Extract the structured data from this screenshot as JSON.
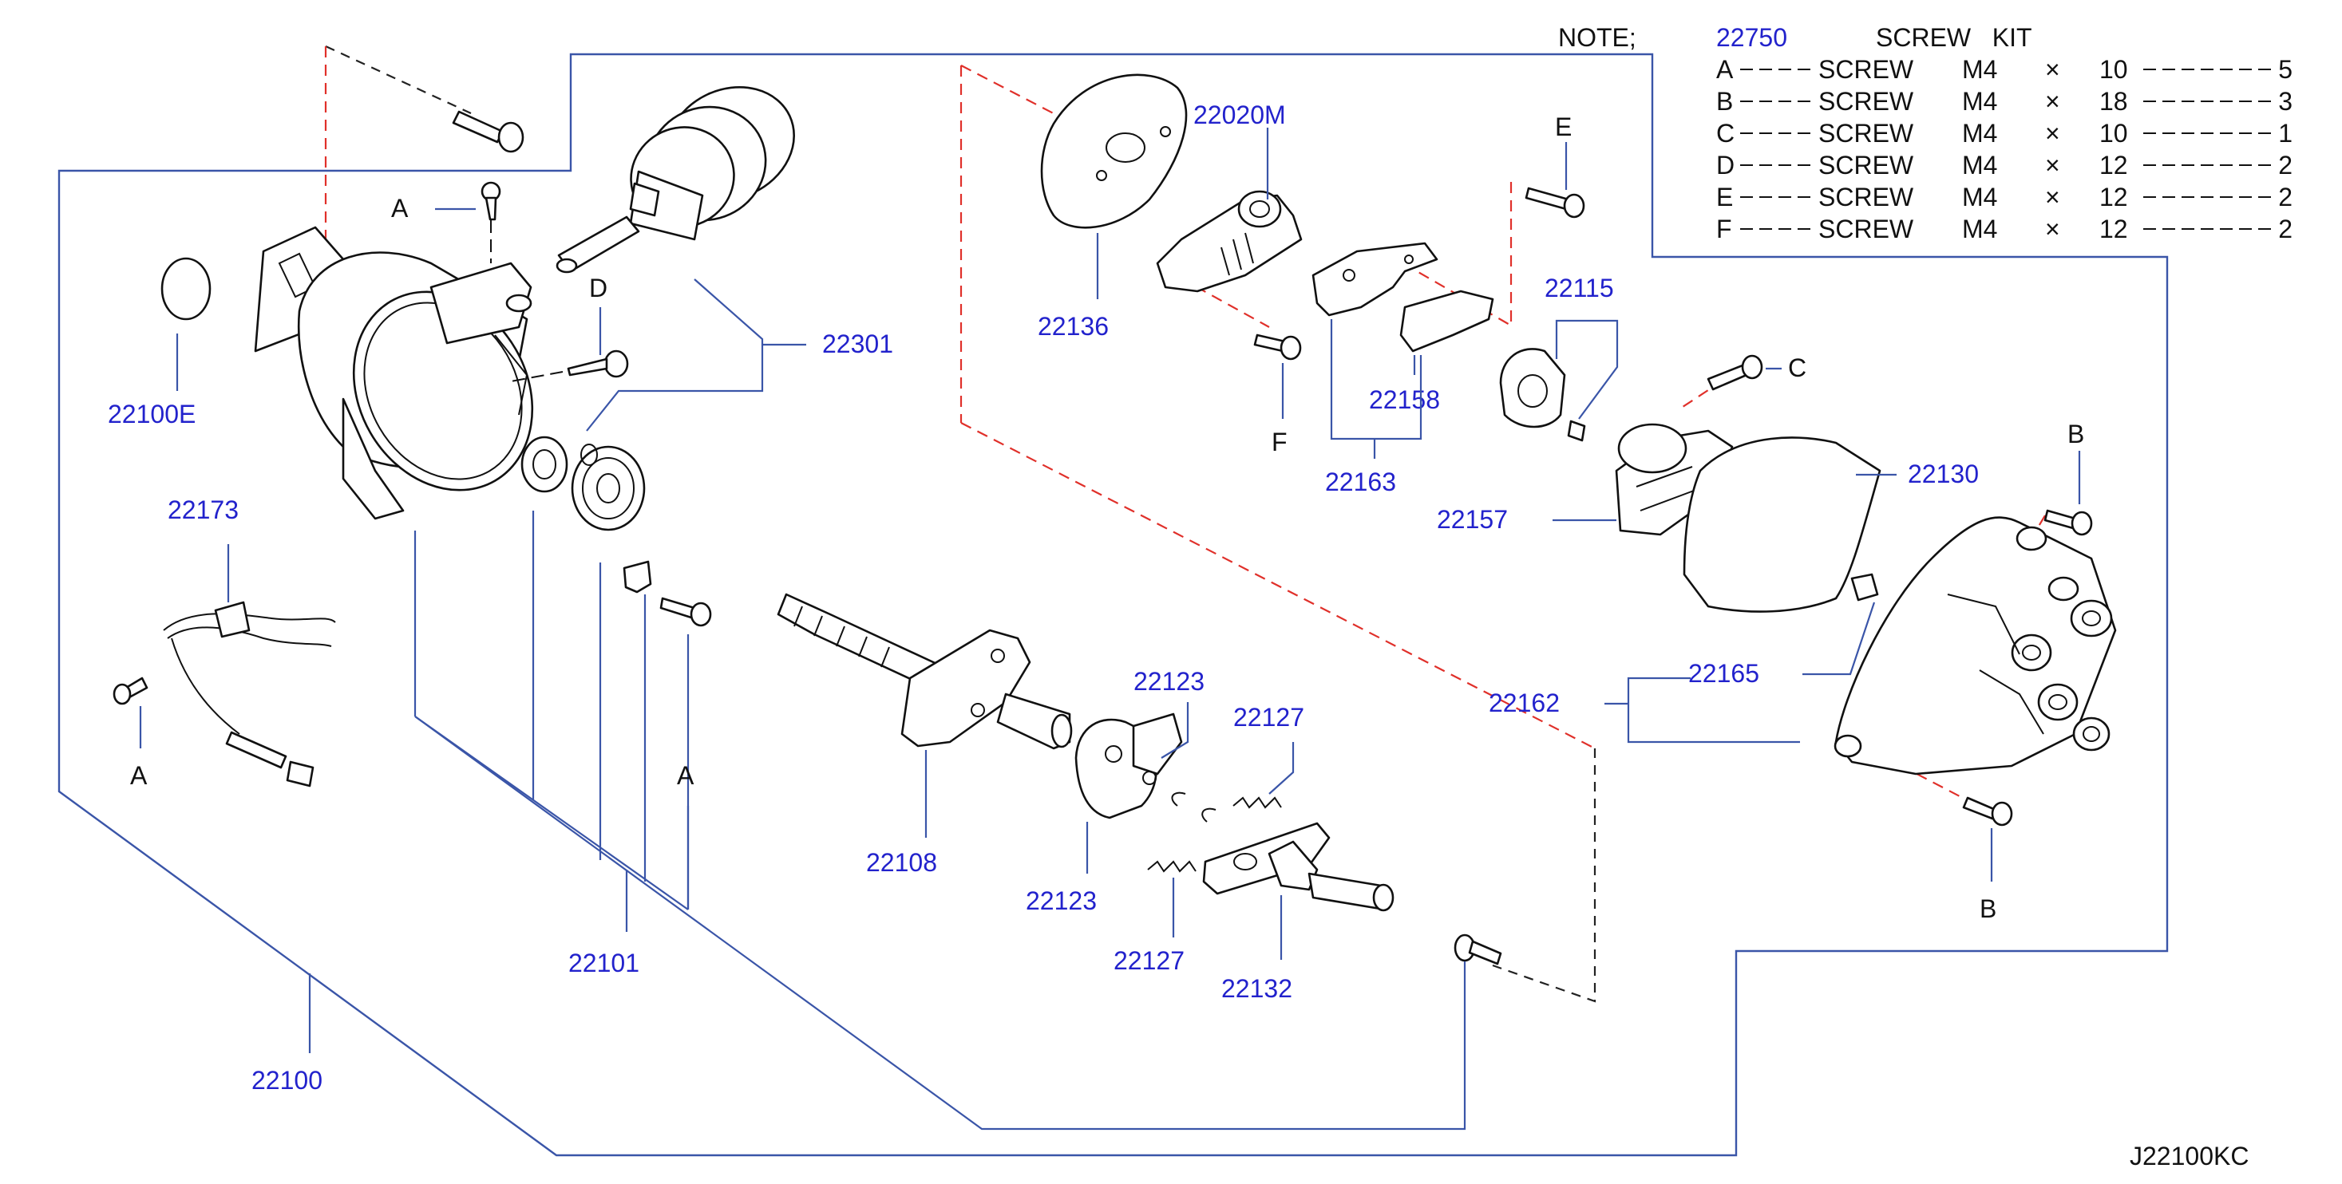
{
  "diagram_code": "J22100KC",
  "note": {
    "label": "NOTE;",
    "kit_number": "22750",
    "kit_title": "SCREW   KIT",
    "rows": [
      {
        "key": "A",
        "desc": "SCREW",
        "size": "M4",
        "x": "×",
        "len": "10",
        "qty": "5"
      },
      {
        "key": "B",
        "desc": "SCREW",
        "size": "M4",
        "x": "×",
        "len": "18",
        "qty": "3"
      },
      {
        "key": "C",
        "desc": "SCREW",
        "size": "M4",
        "x": "×",
        "len": "10",
        "qty": "1"
      },
      {
        "key": "D",
        "desc": "SCREW",
        "size": "M4",
        "x": "×",
        "len": "12",
        "qty": "2"
      },
      {
        "key": "E",
        "desc": "SCREW",
        "size": "M4",
        "x": "×",
        "len": "12",
        "qty": "2"
      },
      {
        "key": "F",
        "desc": "SCREW",
        "size": "M4",
        "x": "×",
        "len": "12",
        "qty": "2"
      }
    ]
  },
  "part_numbers": {
    "p22100": "22100",
    "p22100E": "22100E",
    "p22101": "22101",
    "p22108": "22108",
    "p22115": "22115",
    "p22123_top": "22123",
    "p22123_bottom": "22123",
    "p22127_top": "22127",
    "p22127_bottom": "22127",
    "p22130": "22130",
    "p22132": "22132",
    "p22136": "22136",
    "p22157": "22157",
    "p22158": "22158",
    "p22162": "22162",
    "p22163": "22163",
    "p22165": "22165",
    "p22173": "22173",
    "p22301": "22301",
    "p22020M": "22020M"
  },
  "screw_letters": {
    "a_top": "A",
    "a_left": "A",
    "a_mid": "A",
    "b_top": "B",
    "b_bottom": "B",
    "c": "C",
    "d": "D",
    "e": "E",
    "f": "F"
  }
}
